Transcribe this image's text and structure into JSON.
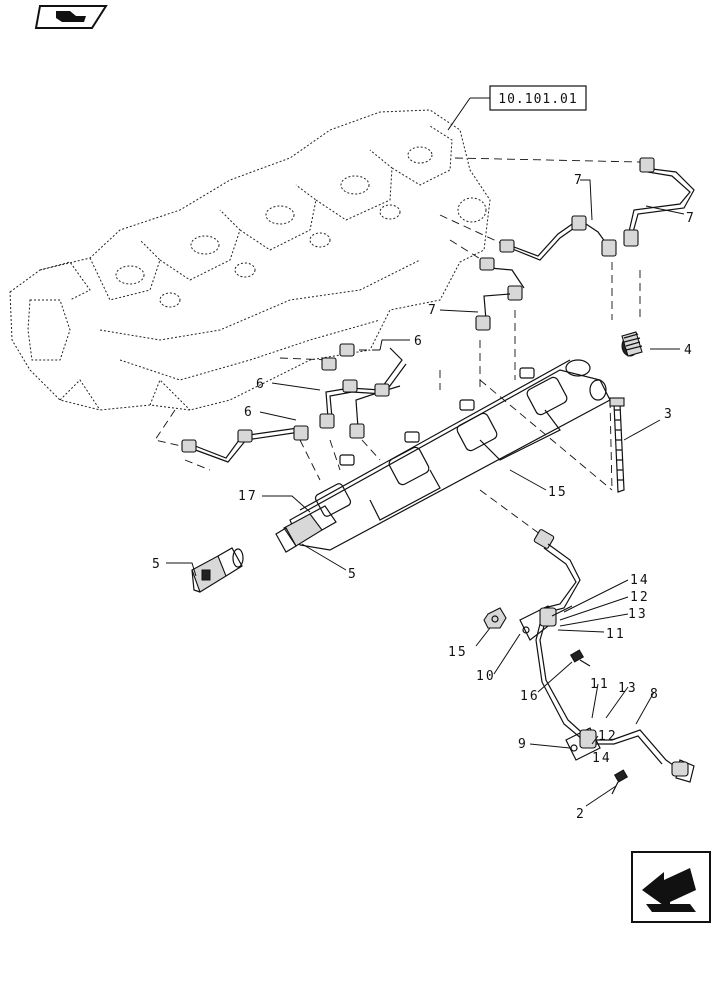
{
  "reference": "10.101.01",
  "callouts": {
    "c2": "2",
    "c3": "3",
    "c4": "4",
    "c5a": "5",
    "c5b": "5",
    "c6a": "6",
    "c6b": "6",
    "c6c": "6",
    "c7a": "7",
    "c7b": "7",
    "c7c": "7",
    "c8": "8",
    "c9": "9",
    "c10": "10",
    "c11a": "11",
    "c11b": "11",
    "c12a": "12",
    "c12b": "12",
    "c13a": "13",
    "c13b": "13",
    "c14a": "14",
    "c14b": "14",
    "c15a": "15",
    "c15b": "15",
    "c16": "16",
    "c17": "17"
  },
  "icons": {
    "top_left": "book-hand-icon",
    "bottom_right": "next-page-arrow-icon"
  }
}
